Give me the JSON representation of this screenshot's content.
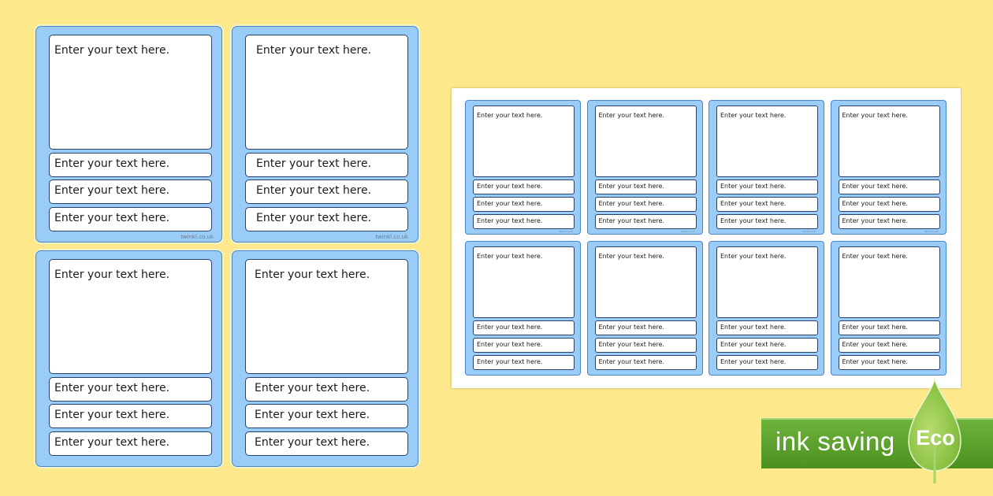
{
  "card_text": {
    "main": "Enter your text here.",
    "line1": "Enter your text here.",
    "line2": "Enter your text here.",
    "line3": "Enter your text here."
  },
  "credit": "twinkl.co.uk",
  "eco": {
    "label": "ink saving",
    "badge": "Eco"
  },
  "colors": {
    "background": "#fde98c",
    "card": "#99cdf8",
    "card_border": "#4c84c8",
    "eco_green": "#5ea72e"
  }
}
